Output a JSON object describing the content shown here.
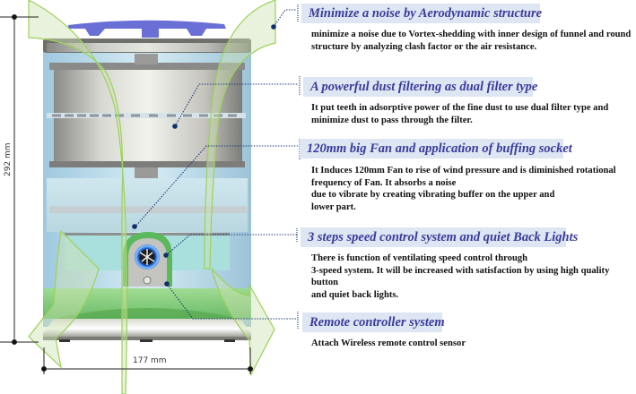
{
  "diagram": {
    "subject": "air purifier cutaway",
    "dimensions": {
      "height_label": "292 mm",
      "width_label": "177 mm"
    },
    "colors": {
      "title_text": "#3b3b9a",
      "title_box": "#dde6f2",
      "leader_line": "#1f3c7a",
      "airflow_green": "#a7d66a",
      "lid_blue": "#6a6fd6",
      "body_glass": "#bfe0ef"
    },
    "features": [
      {
        "title": "Minimize a noise by Aerodynamic structure",
        "description": "minimize a noise due to Vortex-shedding with inner design of funnel and round\nstructure by analyzing clash factor or the air resistance."
      },
      {
        "title": "A powerful dust filtering as dual filter type",
        "description": "It put teeth in adsorptive power of the fine dust to use dual filter type and\nminimize dust to pass through the filter."
      },
      {
        "title": "120mm big Fan and  application of buffing socket",
        "description": "It Induces 120mm Fan to rise of wind pressure and is diminished rotational\nfrequency of Fan. It absorbs a noise\ndue to vibrate by creating vibrating buffer on the upper and\nlower part."
      },
      {
        "title": "3 steps speed control system and quiet Back Lights",
        "description": "There is function of ventilating speed control through\n3-speed system. It will be increased with satisfaction by using high quality button\nand quiet back lights."
      },
      {
        "title": "Remote controller system",
        "description": "Attach Wireless remote control sensor"
      }
    ]
  }
}
